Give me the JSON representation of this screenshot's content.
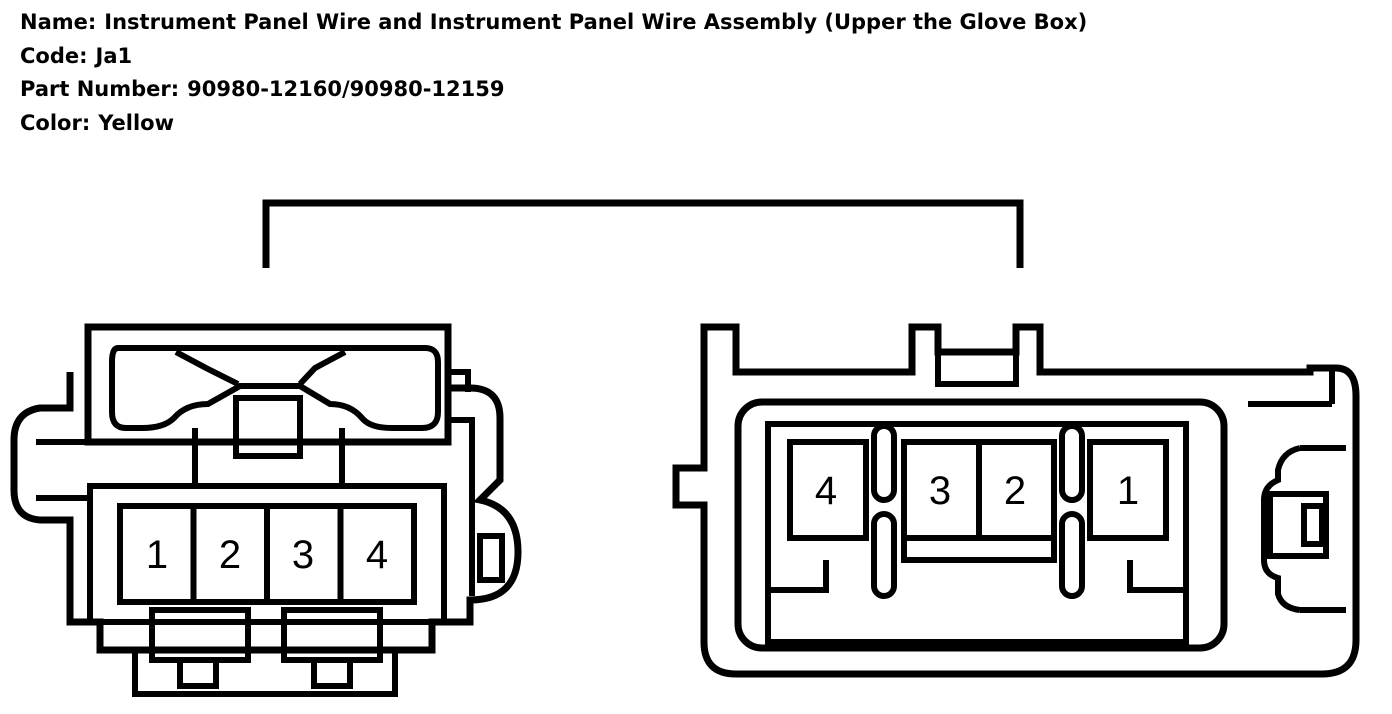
{
  "info": {
    "name_label": "Name:",
    "name_value": "Instrument Panel Wire and Instrument Panel Wire Assembly (Upper the Glove Box)",
    "code_label": "Code:",
    "code_value": "Ja1",
    "part_label": "Part Number:",
    "part_value": "90980-12160/90980-12159",
    "color_label": "Color:",
    "color_value": "Yellow"
  },
  "left_connector": {
    "pins": [
      "1",
      "2",
      "3",
      "4"
    ]
  },
  "right_connector": {
    "pins": [
      "4",
      "3",
      "2",
      "1"
    ]
  }
}
